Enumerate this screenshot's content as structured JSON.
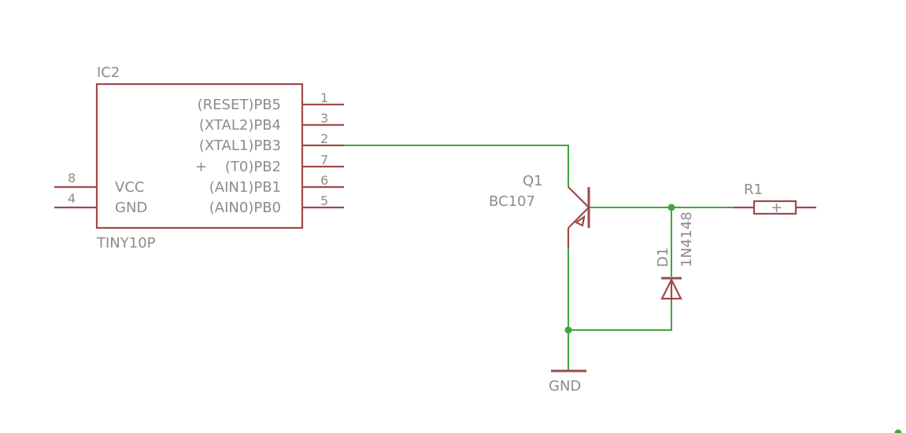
{
  "ic": {
    "name": "IC2",
    "value": "TINY10P",
    "right_pins": [
      {
        "label": "(RESET)PB5",
        "number": "1"
      },
      {
        "label": "(XTAL2)PB4",
        "number": "3"
      },
      {
        "label": "(XTAL1)PB3",
        "number": "2"
      },
      {
        "label": "(T0)PB2",
        "number": "7"
      },
      {
        "label": "(AIN1)PB1",
        "number": "6"
      },
      {
        "label": "(AIN0)PB0",
        "number": "5"
      }
    ],
    "left_pins": [
      {
        "label": "VCC",
        "number": "8"
      },
      {
        "label": "GND",
        "number": "4"
      }
    ],
    "origin_mark": "+"
  },
  "transistor": {
    "name": "Q1",
    "value": "BC107"
  },
  "diode": {
    "name": "D1",
    "value": "1N4148"
  },
  "resistor": {
    "name": "R1",
    "origin_mark": "+"
  },
  "gnd_symbol": {
    "label": "GND"
  },
  "colors": {
    "symbol": "#9e4a4a",
    "wire": "#3ea63e",
    "text": "#8c8c8c"
  }
}
